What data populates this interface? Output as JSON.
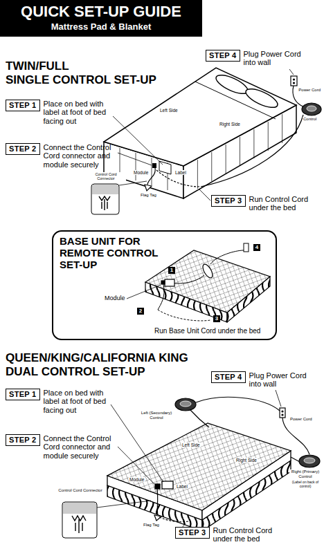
{
  "diagram": {
    "title": "QUICK SET-UP GUIDE",
    "nodes": [
      {
        "text": [
          "STEP 4",
          "Plug Power Cord into wall"
        ]
      },
      {
        "text": [
          "STEP 1",
          "Place on bed with label at foot of bed facing out"
        ]
      },
      {
        "text": [
          "STEP 2",
          "Connect the Control Cord connector and module securely"
        ]
      },
      {
        "text": [
          "STEP 3",
          "Run Control Cord under the bed"
        ]
      },
      {
        "text": [
          "BASE UNIT FOR REMOTE CONTROL SET-UP"
        ]
      },
      {
        "text": [
          "STEP 1",
          "Place on bed with label at foot of bed facing out"
        ]
      },
      {
        "text": [
          "STEP 4",
          "Plug Power Cord into wall"
        ]
      },
      {
        "text": [
          "STEP 2",
          "Connect the Control Cord connector and module securely"
        ]
      },
      {
        "text": [
          "STEP 3",
          "Run Control Cord under the bed"
        ]
      }
    ],
    "labels": [
      "Mattress Pad & Blanket",
      "TWIN/FULL",
      "SINGLE CONTROL SET-UP",
      "Left Side",
      "Right Side",
      "Power Cord",
      "Control",
      "Module",
      "Label",
      "Control Cord Connector",
      "Flag Tag",
      "Module",
      "1",
      "2",
      "3",
      "4",
      "Run Base Unit Cord under the bed",
      "QUEEN/KING/CALIFORNIA KING DUAL CONTROL SET-UP",
      "Left (Secondary) Control",
      "Left Side",
      "Right Side",
      "Power Cord",
      "Right (Primary) Control",
      "(Label on back of control)",
      "Module",
      "Label",
      "Control Cord Connector",
      "Flag Tag"
    ]
  }
}
